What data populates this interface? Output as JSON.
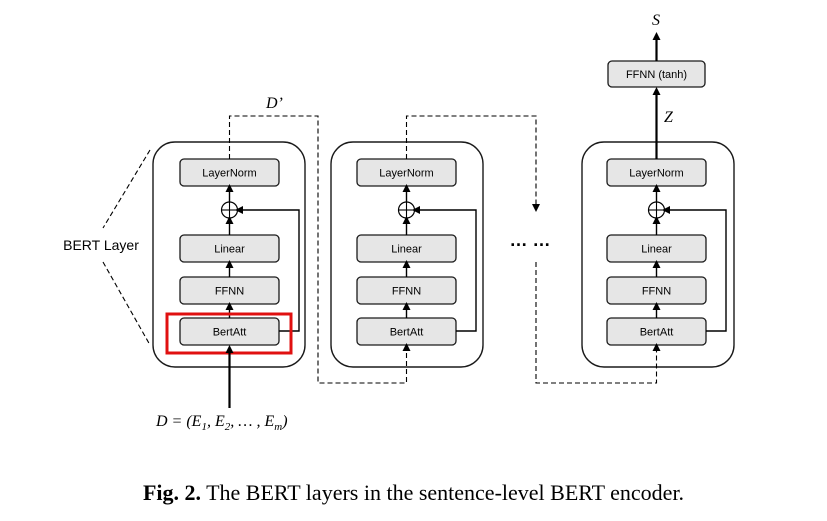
{
  "labels": {
    "layernorm": "LayerNorm",
    "linear": "Linear",
    "ffnn": "FFNN",
    "bertatt": "BertAtt",
    "ffnn_tanh": "FFNN (tanh)",
    "bert_layer": "BERT Layer",
    "dots": "… …",
    "d_prime": "D’",
    "z": "Z",
    "s": "S",
    "d_input": "D = (E",
    "sub1": "1",
    "sub2": "2",
    "subm": "m",
    "comma1": ", E",
    "comma2": ", … , E",
    "close": ")",
    "plus": "⊕"
  },
  "caption": {
    "prefix": "Fig. 2.",
    "text": " The BERT layers in the sentence-level BERT encoder."
  },
  "colors": {
    "highlight": "#e01010",
    "box_fill": "#e6e6e6"
  }
}
